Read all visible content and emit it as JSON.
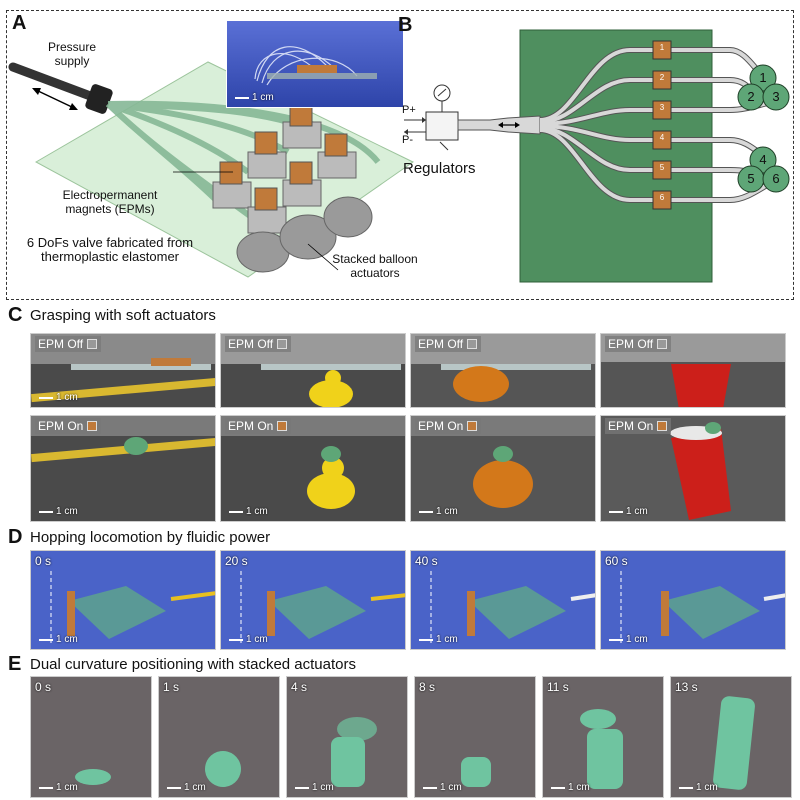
{
  "panels": {
    "A": "A",
    "B": "B",
    "C": "C",
    "D": "D",
    "E": "E"
  },
  "panelA": {
    "pressure_supply": "Pressure supply",
    "epm_label": "Electropermanent magnets (EPMs)",
    "valve_label": "6 DoFs valve fabricated from thermoplastic elastomer",
    "stacked_label": "Stacked balloon actuators",
    "inset_scale": "1 cm"
  },
  "panelB": {
    "p_plus": "P+",
    "p_minus": "P-",
    "regulators": "Regulators",
    "valve_numbers": [
      "1",
      "2",
      "3",
      "4",
      "5",
      "6"
    ],
    "actuator_numbers": [
      "1",
      "2",
      "3",
      "4",
      "5",
      "6"
    ]
  },
  "panelC": {
    "title": "Grasping with soft actuators",
    "off_label": "EPM Off",
    "on_label": "EPM On",
    "scale": "1 cm"
  },
  "panelD": {
    "title": "Hopping locomotion by fluidic power",
    "times": [
      "0 s",
      "20 s",
      "40 s",
      "60 s"
    ],
    "scale": "1 cm"
  },
  "panelE": {
    "title": "Dual curvature positioning with stacked actuators",
    "times": [
      "0 s",
      "1 s",
      "4 s",
      "8 s",
      "11 s",
      "13 s"
    ],
    "scale": "1 cm"
  },
  "colors": {
    "board_green": "#4f8f5f",
    "actuator_green": "#5ea677",
    "copper": "#c07a3a",
    "photo_blue": "#4a63c8",
    "cup_red": "#cc1f1a",
    "duck_yellow": "#f0d21a"
  }
}
